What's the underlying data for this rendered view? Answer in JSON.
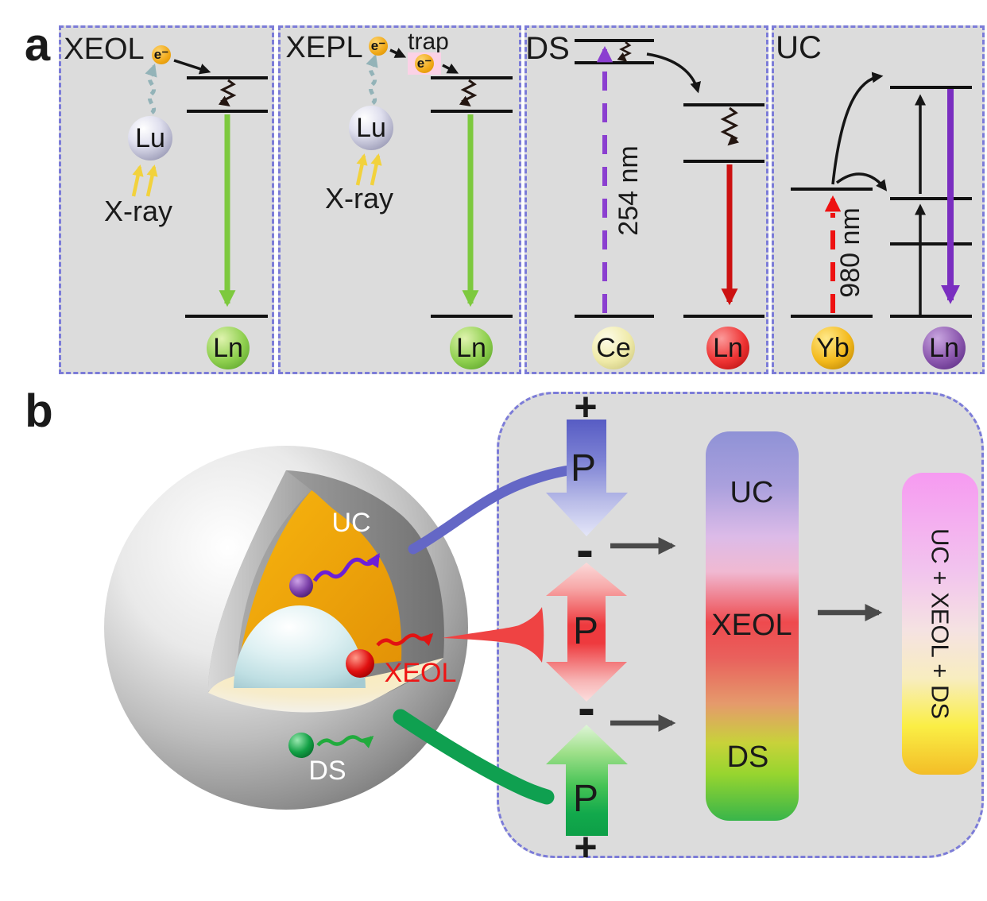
{
  "figure": {
    "panel_a_label": "a",
    "panel_b_label": "b"
  },
  "panel_a": {
    "xeol": {
      "title": "XEOL",
      "electron": "e⁻",
      "sensitizer": "Lu",
      "excitation": "X-ray",
      "emitter": "Ln"
    },
    "xepl": {
      "title": "XEPL",
      "electron": "e⁻",
      "trap_label": "trap",
      "trapped_electron": "e⁻",
      "sensitizer": "Lu",
      "excitation": "X-ray",
      "emitter": "Ln"
    },
    "ds": {
      "title": "DS",
      "excitation": "254 nm",
      "sensitizer": "Ce",
      "emitter": "Ln"
    },
    "uc": {
      "title": "UC",
      "excitation": "980 nm",
      "sensitizer": "Yb",
      "emitter": "Ln"
    }
  },
  "panel_b": {
    "particle": {
      "shell_uc": "UC",
      "core_xeol": "XEOL",
      "shell_ds": "DS"
    },
    "power": {
      "uc_plus": "+",
      "uc_p": "P",
      "uc_minus": "-",
      "xeol_p": "P",
      "ds_minus": "-",
      "ds_p": "P",
      "ds_plus": "+"
    },
    "spectrum": {
      "uc": "UC",
      "xeol": "XEOL",
      "ds": "DS"
    },
    "combined": "UC + XEOL + DS"
  },
  "colors": {
    "panel_bg": "#dcdcdc",
    "panel_border": "#7c7cd8",
    "xray_arrow": "#f2d23c",
    "xeol_emission_green": "#7dc93e",
    "ds_emission_red": "#cc1111",
    "uc_emission_purple": "#7a2ec0",
    "ds_excitation_purple": "#8b3fd0",
    "uc_excitation_red": "#ee1111",
    "electron_orange": "#f0a816",
    "trap_pink": "#fbd2e6",
    "uc_accent_blue": "#6467c6",
    "xeol_accent_red": "#ee3a3e",
    "ds_accent_green": "#10a24e"
  }
}
